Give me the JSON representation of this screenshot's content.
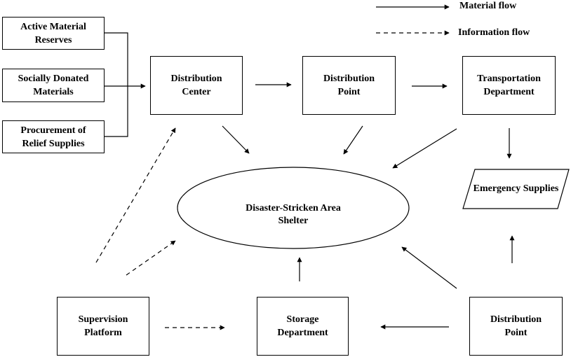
{
  "legend": {
    "material_flow": "Material flow",
    "information_flow": "Information flow"
  },
  "nodes": {
    "active_material_reserves": "Active Material\nReserves",
    "socially_donated_materials": "Socially Donated\nMaterials",
    "procurement_of_relief_supplies": "Procurement of\nRelief Supplies",
    "distribution_center": "Distribution\nCenter",
    "distribution_point_top": "Distribution\nPoint",
    "transportation_department": "Transportation\nDepartment",
    "emergency_supplies": "Emergency Supplies",
    "shelter": "Disaster-Stricken Area\nShelter",
    "supervision_platform": "Supervision\nPlatform",
    "storage_department": "Storage\nDepartment",
    "distribution_point_bottom": "Distribution\nPoint"
  }
}
